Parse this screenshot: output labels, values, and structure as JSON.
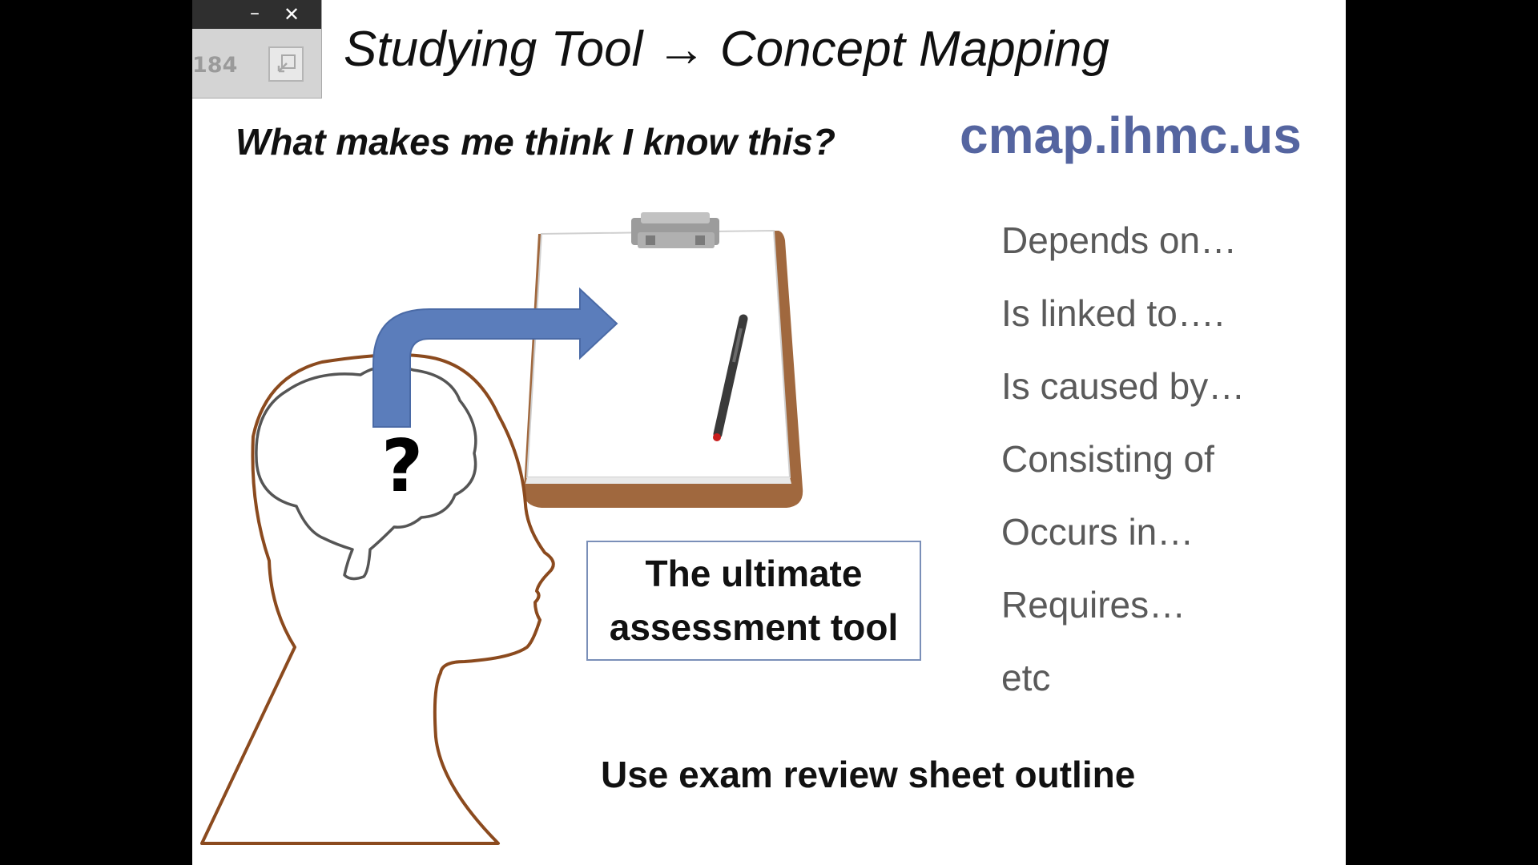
{
  "mini_window": {
    "counter": "184",
    "minimize_glyph": "–",
    "close_glyph": "✕"
  },
  "slide": {
    "title": "Studying Tool → Concept Mapping",
    "subtitle": "What makes me think I know this?",
    "website": "cmap.ihmc.us",
    "relations": [
      "Depends on…",
      "Is linked to….",
      "Is caused by…",
      "Consisting of",
      "Occurs in…",
      "Requires…",
      "etc"
    ],
    "assessment_box": "The ultimate assessment tool",
    "question_mark": "?",
    "footer": "Use exam review sheet outline"
  },
  "icons": [
    "minimize-icon",
    "close-icon",
    "restore-icon",
    "head-outline-icon",
    "brain-icon",
    "arrow-icon",
    "clipboard-icon",
    "pen-icon"
  ],
  "colors": {
    "link": "#5565a0",
    "arrow": "#5b7dbb",
    "head_outline": "#8b4a1e",
    "relation_text": "#5a5a5a"
  }
}
